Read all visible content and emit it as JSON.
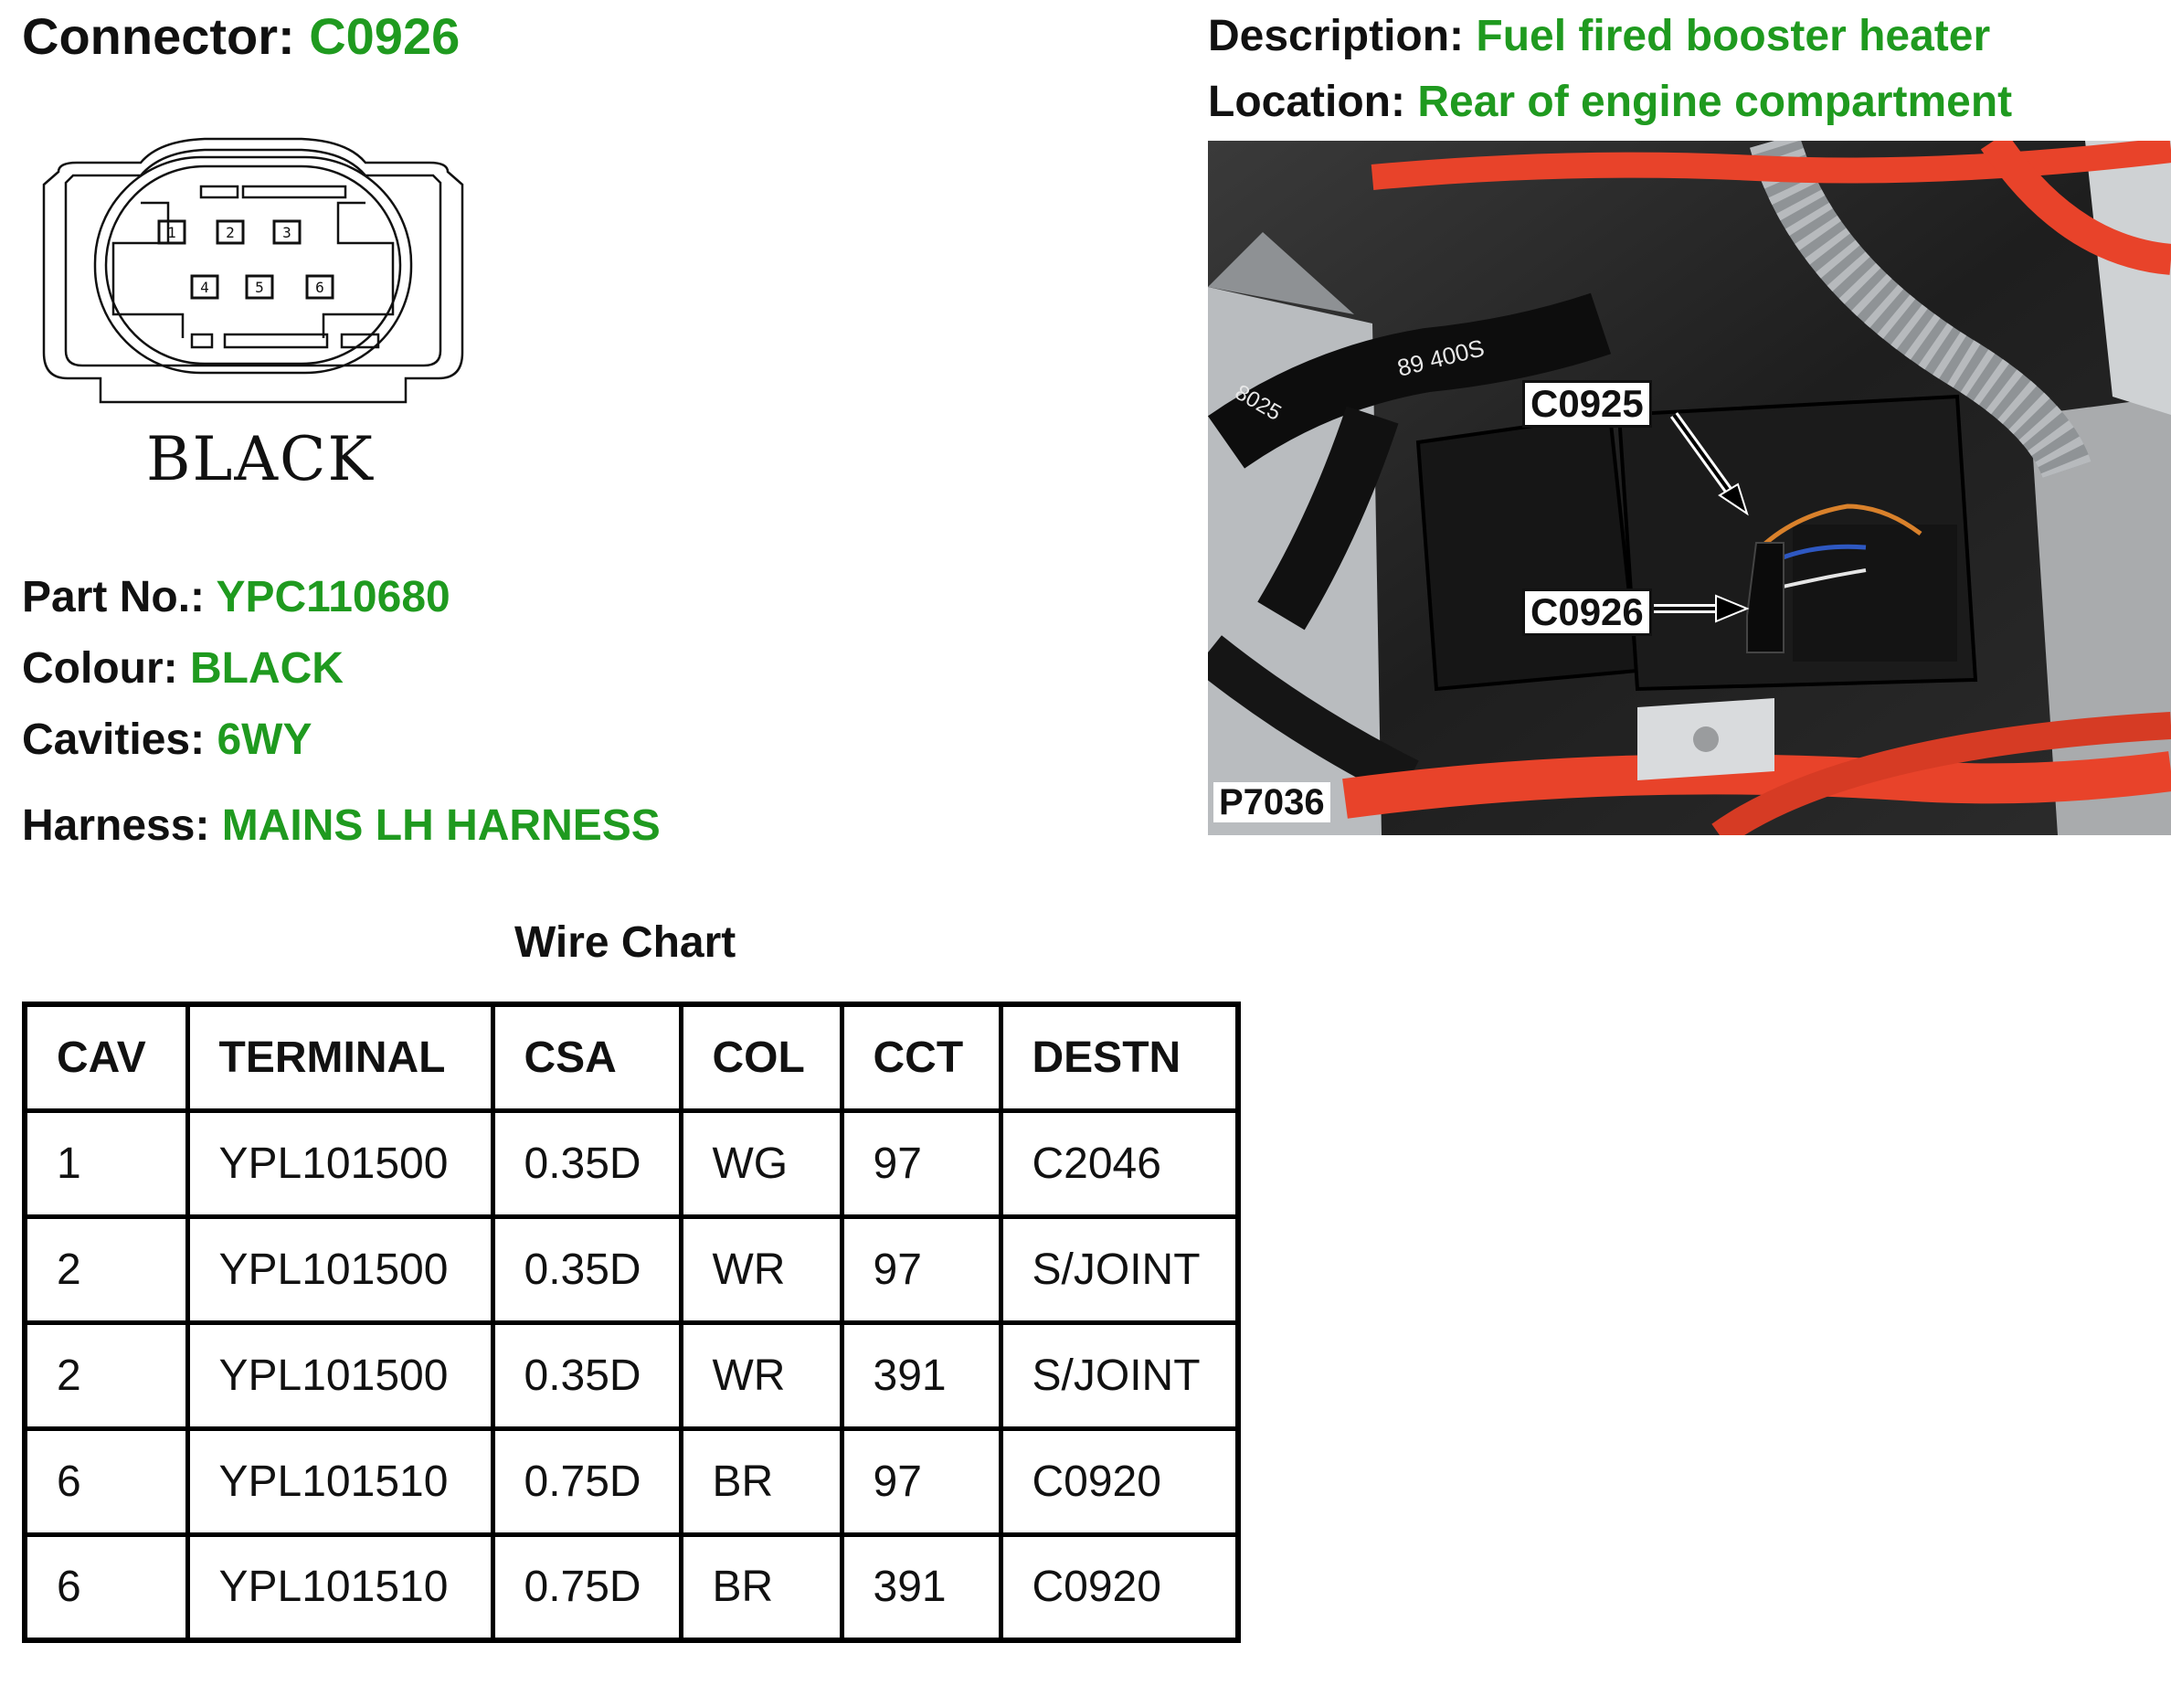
{
  "header": {
    "connector_label": "Connector:",
    "connector_value": "C0926",
    "description_label": "Description:",
    "description_value": "Fuel fired booster heater",
    "location_label": "Location:",
    "location_value": "Rear of engine compartment"
  },
  "connector": {
    "face_color_text": "BLACK",
    "cavity_numbers": [
      "1",
      "2",
      "3",
      "4",
      "5",
      "6"
    ]
  },
  "details": {
    "part_no_label": "Part No.:",
    "part_no_value": "YPC110680",
    "colour_label": "Colour:",
    "colour_value": "BLACK",
    "cavities_label": "Cavities:",
    "cavities_value": "6WY",
    "harness_label": "Harness:",
    "harness_value": "MAINS LH HARNESS"
  },
  "photo": {
    "callout_1": "C0925",
    "callout_2": "C0926",
    "photo_id": "P7036",
    "hose_marking_1": "89 400S",
    "hose_marking_2": "8025"
  },
  "wire_chart": {
    "title": "Wire Chart",
    "columns": [
      "CAV",
      "TERMINAL",
      "CSA",
      "COL",
      "CCT",
      "DESTN"
    ],
    "rows": [
      [
        "1",
        "YPL101500",
        "0.35D",
        "WG",
        "97",
        "C2046"
      ],
      [
        "2",
        "YPL101500",
        "0.35D",
        "WR",
        "97",
        "S/JOINT"
      ],
      [
        "2",
        "YPL101500",
        "0.35D",
        "WR",
        "391",
        "S/JOINT"
      ],
      [
        "6",
        "YPL101510",
        "0.75D",
        "BR",
        "97",
        "C0920"
      ],
      [
        "6",
        "YPL101510",
        "0.75D",
        "BR",
        "391",
        "C0920"
      ]
    ]
  },
  "colors": {
    "value_green": "#1f9a1f",
    "hose_orange": "#e8432a"
  }
}
